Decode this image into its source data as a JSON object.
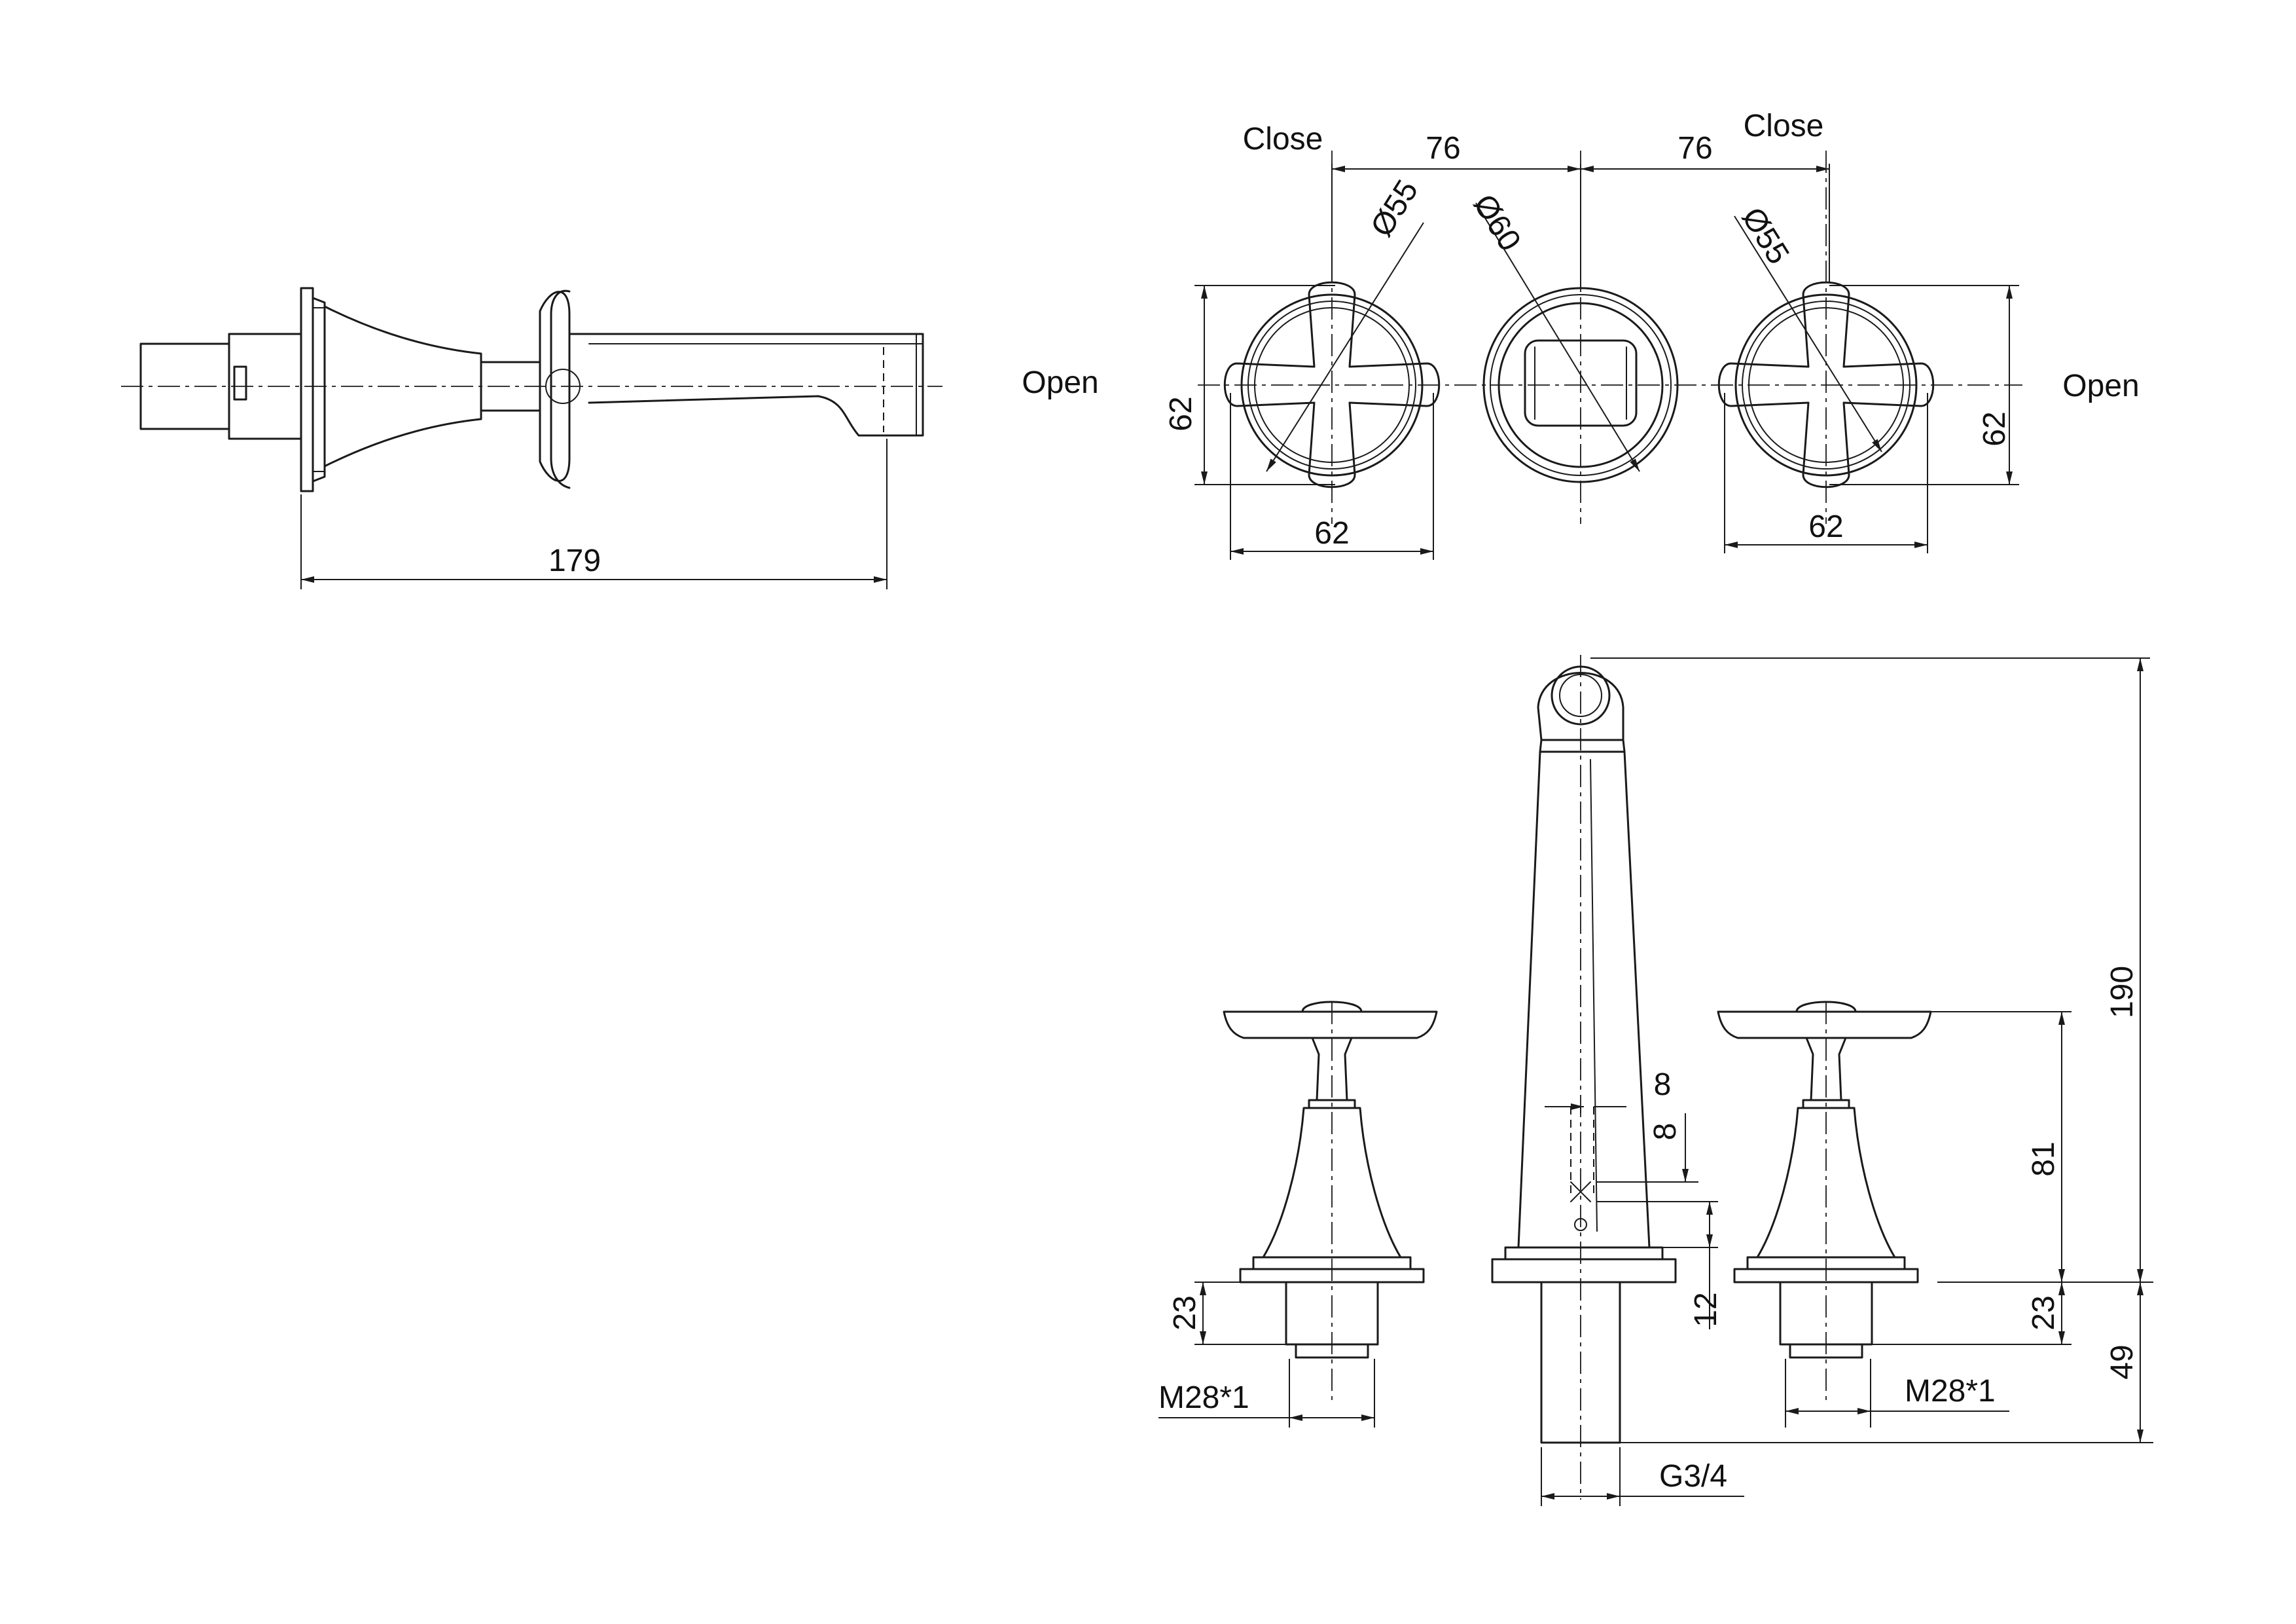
{
  "labels": {
    "close_left": "Close",
    "close_right": "Close",
    "open_left": "Open",
    "open_right": "Open"
  },
  "dimensions": {
    "spout_length": "179",
    "spacing_left": "76",
    "spacing_right": "76",
    "dia_handle_left": "Ø55",
    "dia_spout": "Ø60",
    "dia_handle_right": "Ø55",
    "rose_height_left": "62",
    "rose_width_left": "62",
    "rose_height_right": "62",
    "rose_width_right": "62",
    "total_height": "190",
    "handle_height": "81",
    "outlet_offset_x": "8",
    "outlet_offset_y": "8",
    "base_to_marker": "12",
    "shank_left": "23",
    "shank_right": "23",
    "spout_shank": "49",
    "thread_left": "M28*1",
    "thread_right": "M28*1",
    "thread_spout": "G3/4"
  }
}
